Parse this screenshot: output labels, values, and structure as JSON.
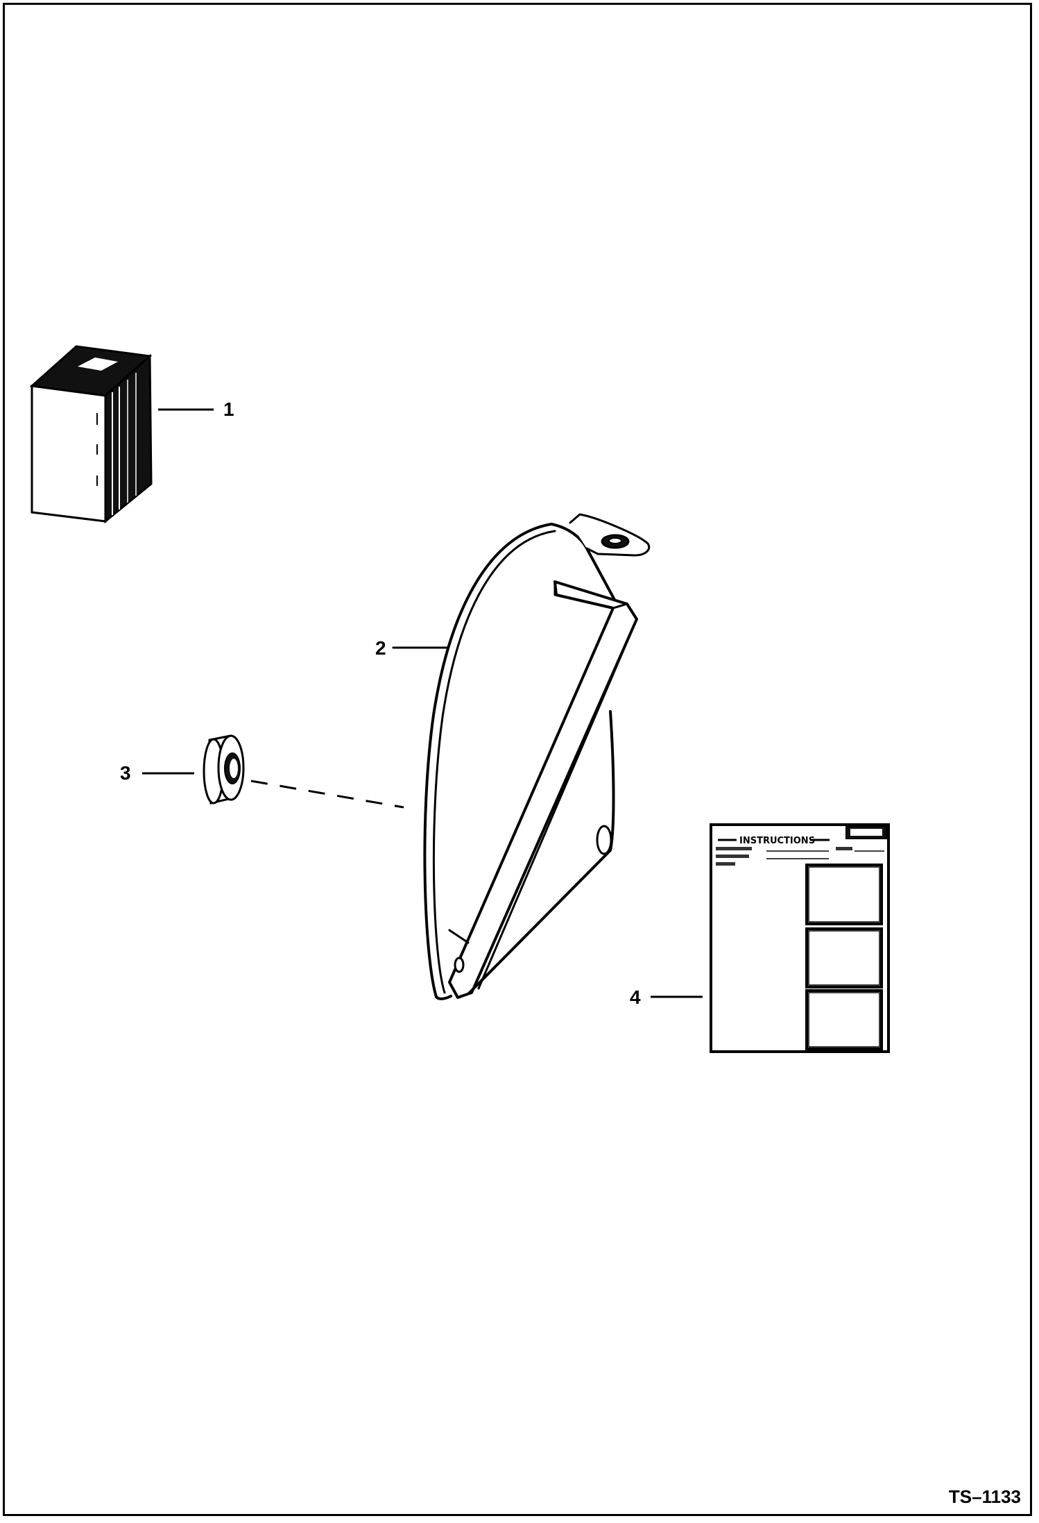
{
  "callouts": {
    "item1": "1",
    "item2": "2",
    "item3": "3",
    "item4": "4"
  },
  "drawing_number": "TS–1133",
  "instruction_sheet": {
    "title": "INSTRUCTIONS"
  }
}
